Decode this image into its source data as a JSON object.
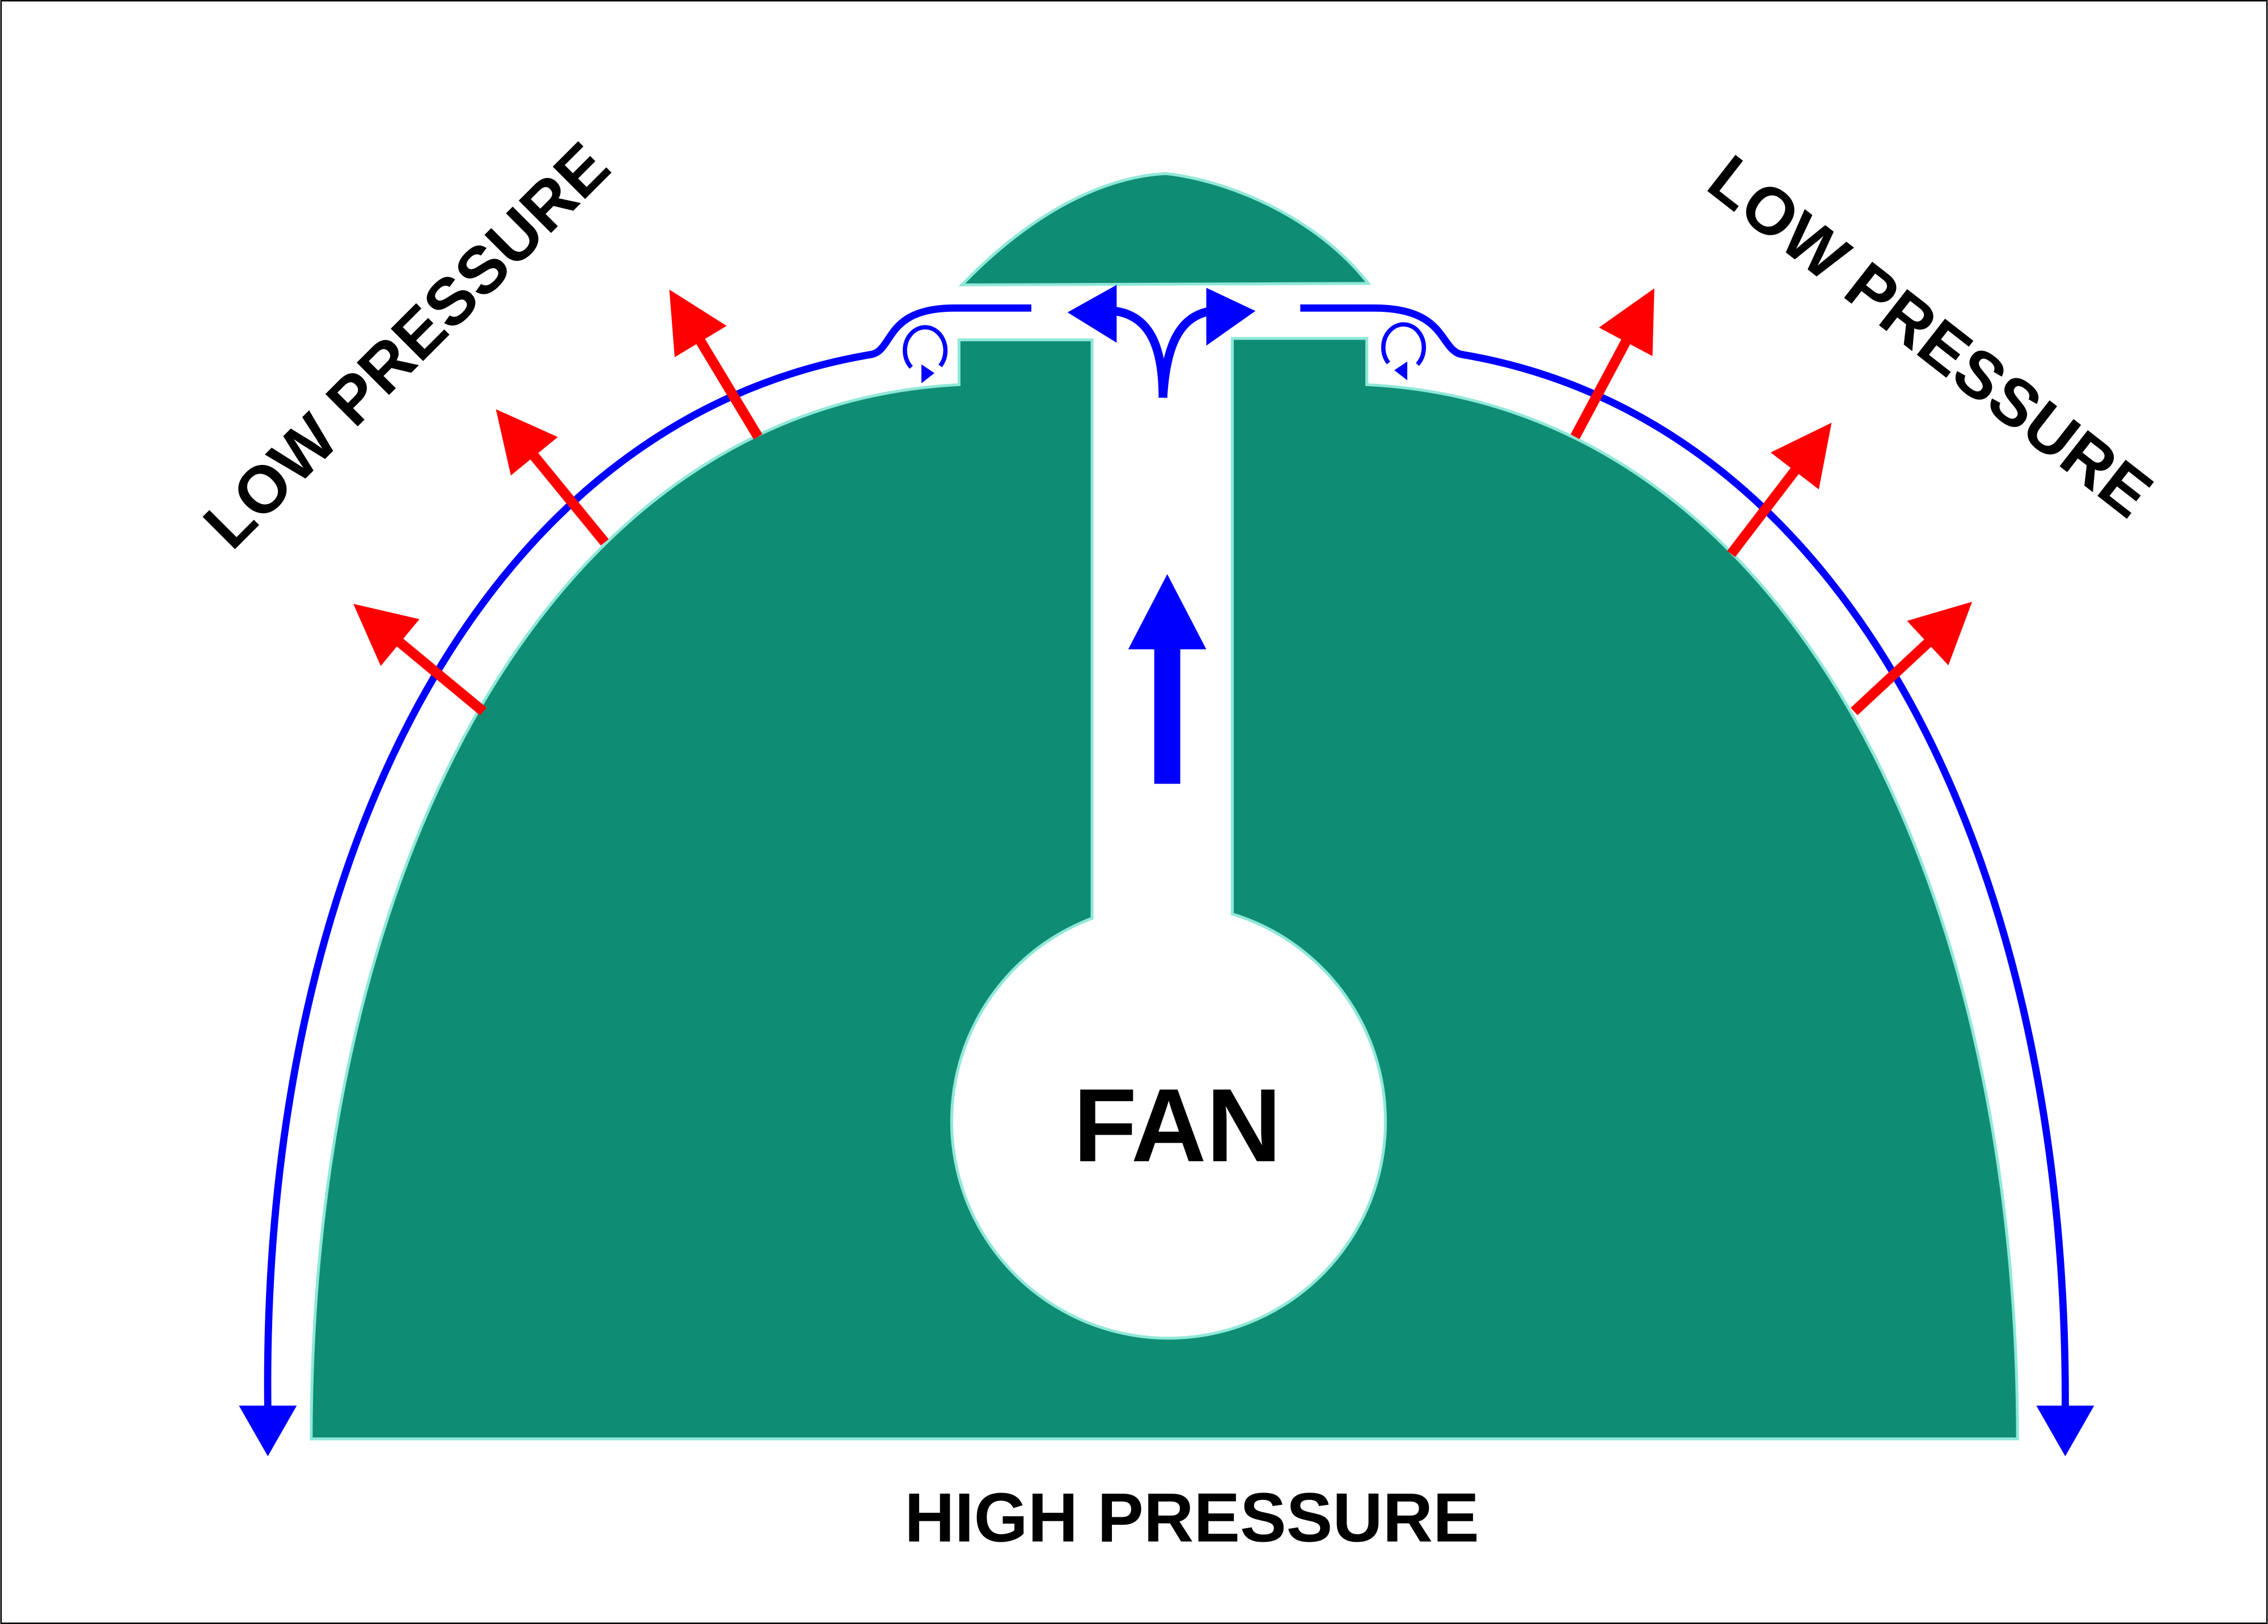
{
  "labels": {
    "low_pressure_left": "LOW PRESSURE",
    "low_pressure_right": "LOW PRESSURE",
    "high_pressure": "HIGH PRESSURE",
    "fan": "FAN"
  },
  "colors": {
    "body": "#0f8c74",
    "outline": "#8fe8d8",
    "airflow": "#0000ff",
    "pressure_arrows": "#ff0000",
    "text": "#000000"
  }
}
